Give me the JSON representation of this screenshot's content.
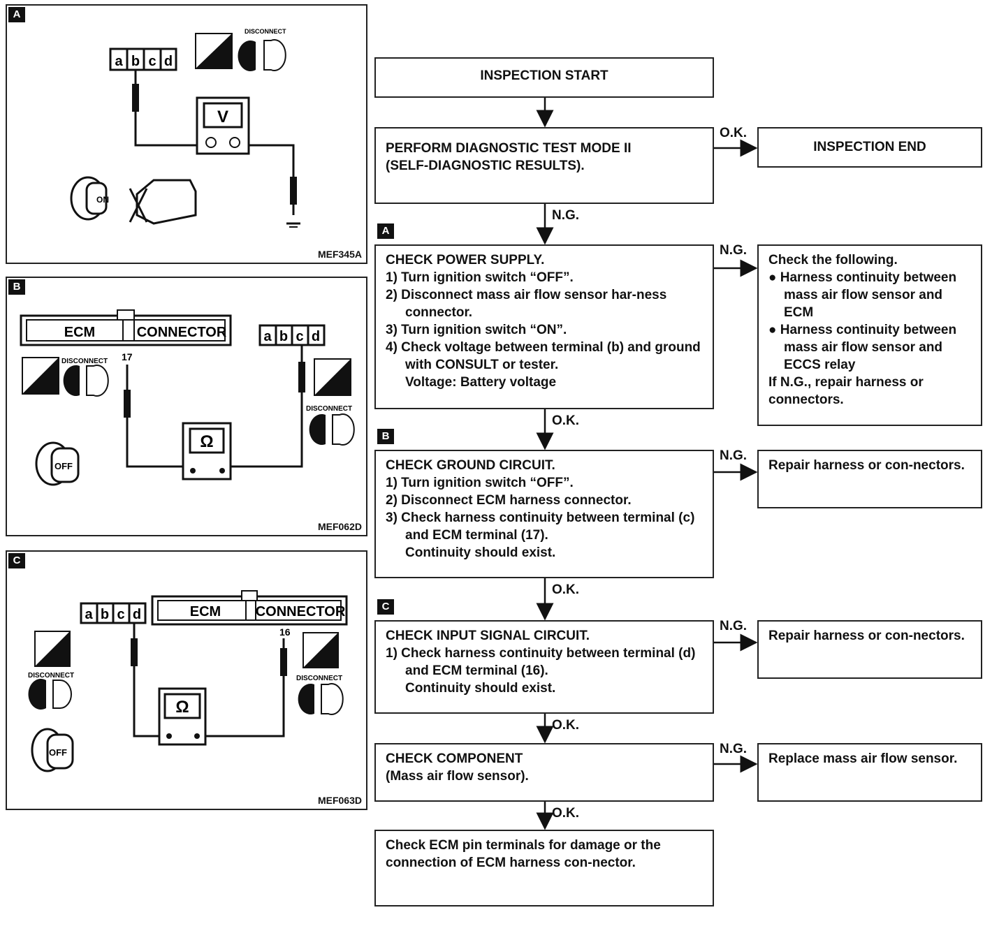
{
  "panels": [
    {
      "tag": "A",
      "code": "MEF345A",
      "meter": "V",
      "connector_letters": [
        "a",
        "b",
        "c",
        "d"
      ]
    },
    {
      "tag": "B",
      "code": "MEF062D",
      "meter": "Ω",
      "connector_letters": [
        "a",
        "b",
        "c",
        "d"
      ],
      "ecm_left": "ECM",
      "ecm_right": "CONNECTOR",
      "terminal": "17",
      "disconnect": "DISCONNECT",
      "key": "OFF"
    },
    {
      "tag": "C",
      "code": "MEF063D",
      "meter": "Ω",
      "connector_letters": [
        "a",
        "b",
        "c",
        "d"
      ],
      "ecm_left": "ECM",
      "ecm_right": "CONNECTOR",
      "terminal": "16",
      "disconnect": "DISCONNECT",
      "key": "OFF"
    }
  ],
  "panel_a": {
    "disconnect": "DISCONNECT",
    "key": "ON"
  },
  "flow": {
    "start": "INSPECTION START",
    "test": [
      "PERFORM DIAGNOSTIC TEST MODE II",
      "(SELF-DIAGNOSTIC RESULTS)."
    ],
    "end": "INSPECTION END",
    "power": {
      "tag": "A",
      "title": "CHECK POWER SUPPLY.",
      "steps": [
        "1) Turn ignition switch “OFF”.",
        "2) Disconnect mass air flow sensor har-ness connector.",
        "3) Turn ignition switch “ON”.",
        "4) Check voltage between terminal (b) and ground with CONSULT or tester."
      ],
      "spec": "Voltage: Battery voltage"
    },
    "power_ng": {
      "title": "Check the following.",
      "bullets": [
        "● Harness continuity between mass air flow sensor and ECM",
        "● Harness continuity between mass air flow sensor and ECCS relay"
      ],
      "footer": "If N.G., repair harness or connectors."
    },
    "ground": {
      "tag": "B",
      "title": "CHECK GROUND CIRCUIT.",
      "steps": [
        "1) Turn ignition switch “OFF”.",
        "2) Disconnect ECM harness connector.",
        "3) Check harness continuity between terminal (c) and ECM terminal (17)."
      ],
      "spec": "Continuity should exist."
    },
    "ground_ng": "Repair harness or con-nectors.",
    "signal": {
      "tag": "C",
      "title": "CHECK INPUT SIGNAL CIRCUIT.",
      "steps": [
        "1) Check harness continuity between terminal (d) and ECM terminal (16)."
      ],
      "spec": "Continuity should exist."
    },
    "signal_ng": "Repair harness or con-nectors.",
    "component": [
      "CHECK COMPONENT",
      "(Mass air flow sensor)."
    ],
    "component_ng": "Replace mass air flow sensor.",
    "final": "Check ECM pin terminals for damage or the connection of ECM harness con-nector."
  },
  "labels": {
    "ok": "O.K.",
    "ng": "N.G."
  }
}
